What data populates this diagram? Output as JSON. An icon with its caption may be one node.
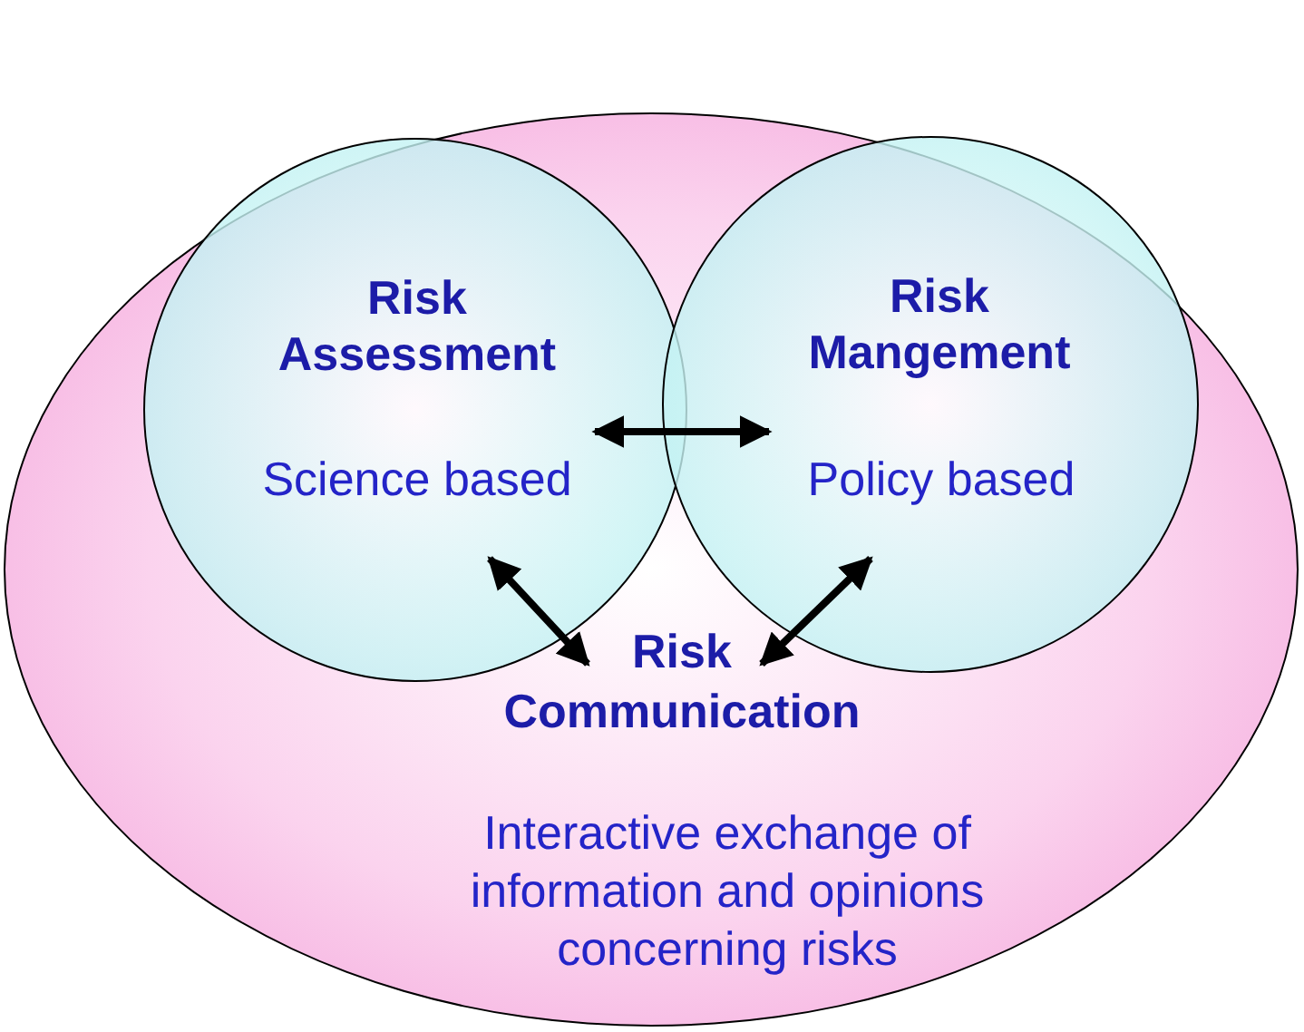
{
  "diagram": {
    "nodes": [
      {
        "text": [
          "Interactive exchange of information and opinions concerning risks"
        ]
      },
      {
        "text": [
          "Risk Assessment",
          "Science based"
        ],
        "in": 0
      },
      {
        "text": [
          "Risk Mangement",
          "Policy based"
        ],
        "in": 0
      },
      {
        "text": [
          "Risk Communication"
        ],
        "in": 0
      }
    ],
    "edges": [
      {
        "from": 1,
        "to": 2,
        "arrow": "both"
      },
      {
        "from": 1,
        "to": 3,
        "arrow": "both"
      },
      {
        "from": 2,
        "to": 3,
        "arrow": "both"
      }
    ]
  }
}
